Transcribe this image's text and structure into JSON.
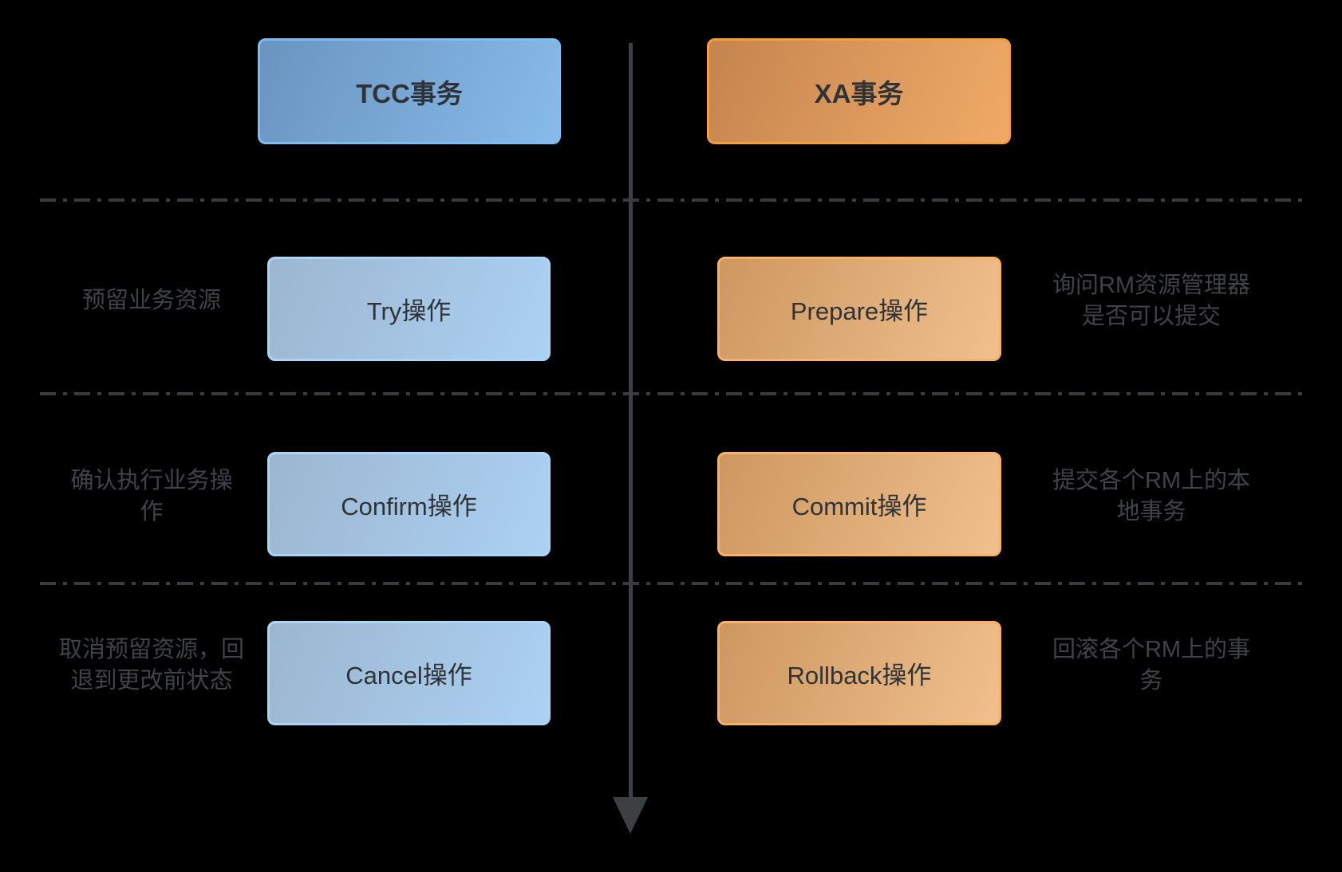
{
  "diagram": {
    "colors": {
      "background_color": "#000000",
      "divider_color": "#393b3d",
      "arrow_color": "#3c4043",
      "box_text_color": "#2f3337",
      "side_label_color": "#3f4347",
      "tcc_header_border": "#7fbcf2",
      "tcc_header_fill_start": "#6a94c0",
      "tcc_header_fill_end": "#87bbe9",
      "tcc_body_border": "#a9d6f7",
      "tcc_body_fill_start": "#9cb6d0",
      "tcc_body_fill_end": "#abd1f3",
      "xa_header_border": "#f89d37",
      "xa_header_fill_start": "#c4854e",
      "xa_header_fill_end": "#f0aa67",
      "xa_body_border": "#f8b165",
      "xa_body_fill_start": "#cd9760",
      "xa_body_fill_end": "#f0c08d"
    },
    "headers": {
      "tcc": "TCC事务",
      "xa": "XA事务"
    },
    "rows": [
      {
        "left_label_lines": [
          "预留业务资源",
          ""
        ],
        "tcc_box_label": "Try操作",
        "xa_box_label": "Prepare操作",
        "right_label_lines": [
          "询问RM资源管理器",
          "是否可以提交"
        ]
      },
      {
        "left_label_lines": [
          "确认执行业务操",
          "作"
        ],
        "tcc_box_label": "Confirm操作",
        "xa_box_label": "Commit操作",
        "right_label_lines": [
          "提交各个RM上的本",
          "地事务"
        ]
      },
      {
        "left_label_lines": [
          "取消预留资源，回",
          "退到更改前状态"
        ],
        "tcc_box_label": "Cancel操作",
        "xa_box_label": "Rollback操作",
        "right_label_lines": [
          "回滚各个RM上的事",
          "务"
        ]
      }
    ]
  }
}
